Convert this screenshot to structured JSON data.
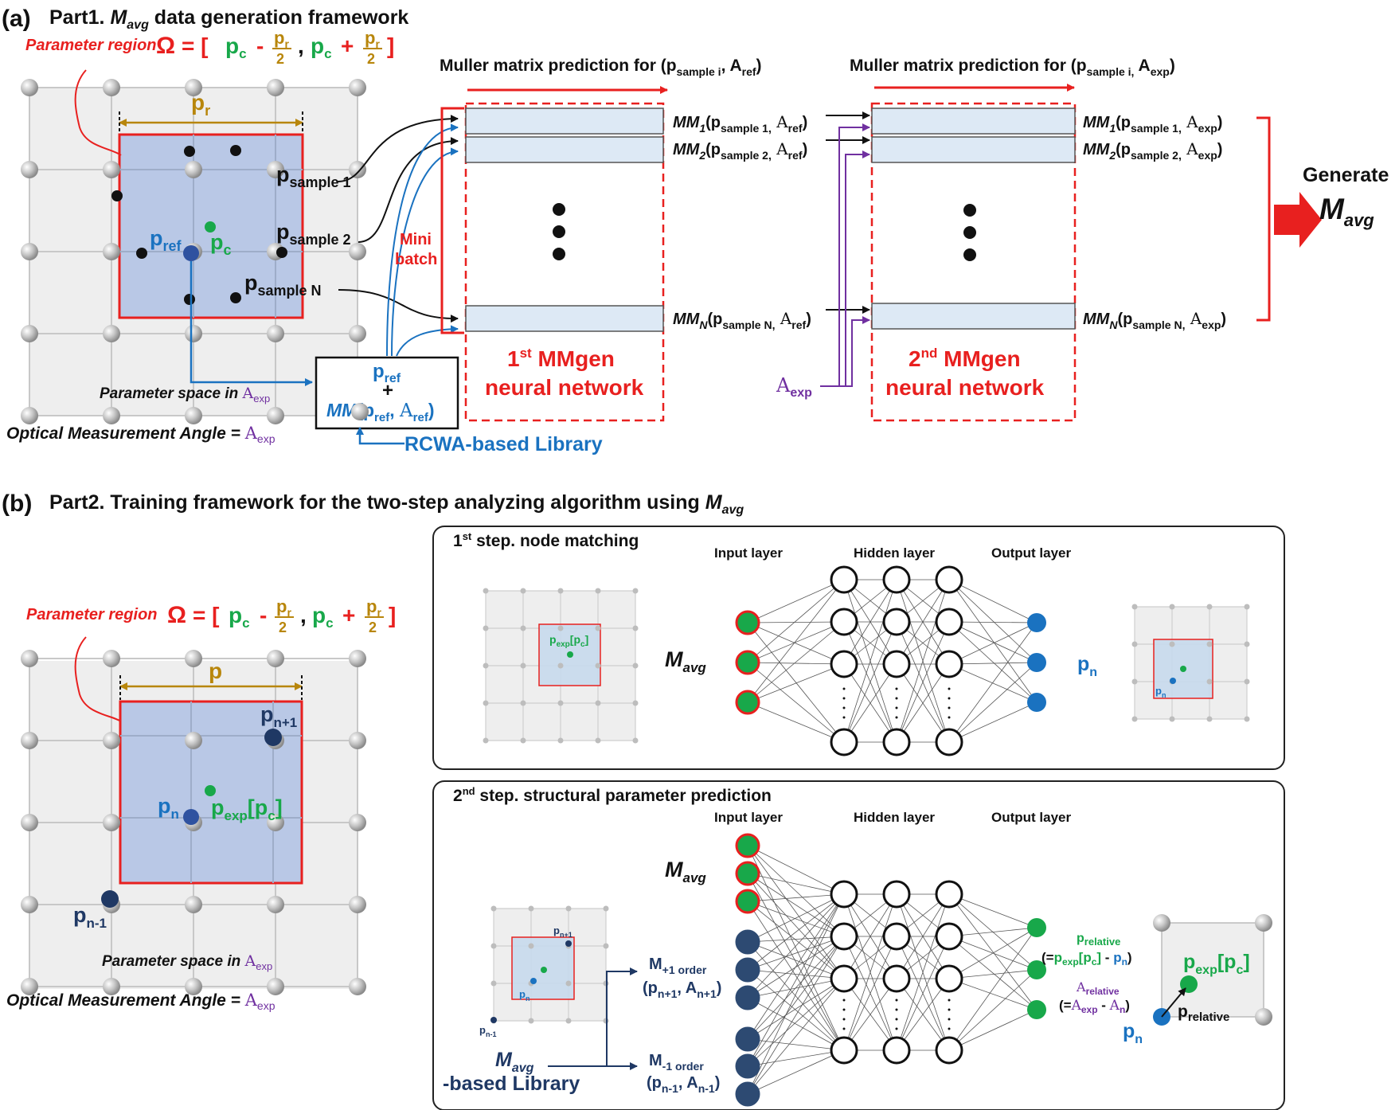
{
  "colors": {
    "red": "#e8201f",
    "blue": "#1a72c0",
    "green": "#18a84a",
    "gold": "#b8860b",
    "purple": "#7030a0",
    "navy": "#1f3864",
    "region_fill": "#b9c8e6",
    "grid_fill": "#eeeeee",
    "nn_box_fill": "#dde9f5"
  },
  "part_a": {
    "label": "(a)",
    "title_prefix": "Part1.",
    "title_M": "M",
    "title_M_sub": "avg",
    "title_suffix": "data generation framework",
    "param_region_label": "Parameter region",
    "omega": "Ω",
    "p_r": "p",
    "p_r_sub": "r",
    "p_c": "p",
    "p_c_sub": "c",
    "p_ref": "p",
    "p_ref_sub": "ref",
    "sample_1": "p",
    "sample_1_sub": "sample 1",
    "sample_2": "p",
    "sample_2_sub": "sample 2",
    "sample_N": "p",
    "sample_N_sub": "sample N",
    "mini_batch_1": "Mini",
    "mini_batch_2": "batch",
    "param_space": "Parameter space in",
    "optical_angle": "Optical Measurement Angle =",
    "A": "A",
    "A_exp_sub": "exp",
    "ref_box_line1": "p",
    "ref_box_line1_sub": "ref",
    "ref_box_plus": "+",
    "ref_box_line2": "MM(p",
    "ref_box_line2_sub": "ref",
    "ref_box_line2_mid": ", A",
    "ref_box_line2_sub2": "ref",
    "ref_box_line2_end": ")",
    "rcwa_library": "RCWA-based Library",
    "pred_ref_title": "Muller matrix prediction for (p",
    "pred_ref_title_sub": "sample i",
    "pred_ref_title_mid": ", A",
    "pred_ref_title_sub2": "ref",
    "pred_ref_title_end": ")",
    "pred_exp_title": "Muller matrix prediction for (p",
    "pred_exp_title_sub": "sample i,",
    "pred_exp_title_mid": "A",
    "pred_exp_title_sub2": "exp",
    "pred_exp_title_end": ")",
    "mm_outputs_ref": [
      {
        "mm": "MM",
        "idx": "1",
        "open": "(p",
        "sub": "sample 1,",
        "mid": " A",
        "asub": "ref",
        "close": ")"
      },
      {
        "mm": "MM",
        "idx": "2",
        "open": "(p",
        "sub": "sample 2,",
        "mid": " A",
        "asub": "ref",
        "close": ")"
      },
      {
        "mm": "MM",
        "idx": "N",
        "open": "(p",
        "sub": "sample N,",
        "mid": " A",
        "asub": "ref",
        "close": ")"
      }
    ],
    "mm_outputs_exp": [
      {
        "mm": "MM",
        "idx": "1",
        "open": "(p",
        "sub": "sample 1,",
        "mid": " A",
        "asub": "exp",
        "close": ")"
      },
      {
        "mm": "MM",
        "idx": "2",
        "open": "(p",
        "sub": "sample 2,",
        "mid": " A",
        "asub": "exp",
        "close": ")"
      },
      {
        "mm": "MM",
        "idx": "N",
        "open": "(p",
        "sub": "sample N,",
        "mid": " A",
        "asub": "exp",
        "close": ")"
      }
    ],
    "nn1_sup": "st",
    "nn1_num": "1",
    "nn1_line1": "MMgen",
    "nn1_line2": "neural network",
    "nn2_sup": "nd",
    "nn2_num": "2",
    "nn2_line1": "MMgen",
    "nn2_line2": "neural network",
    "generate": "Generate",
    "gen_M": "M",
    "gen_M_sub": "avg"
  },
  "part_b": {
    "label": "(b)",
    "title_prefix": "Part2. Training framework for the two-step analyzing algorithm using",
    "title_M": "M",
    "title_M_sub": "avg",
    "param_region_label": "Parameter region",
    "p_n": "p",
    "p_n_sub": "n",
    "p_n1": "p",
    "p_n1_sub": "n+1",
    "p_nm1": "p",
    "p_nm1_sub": "n-1",
    "p_exp": "p",
    "p_exp_sub": "exp",
    "p_exp_bracket": "[p",
    "p_exp_bracket_sub": "c",
    "p_exp_bracket_end": "]",
    "param_space": "Parameter space in",
    "optical_angle": "Optical Measurement Angle =",
    "step1_sup": "st",
    "step1_num": "1",
    "step1_title": "step. node matching",
    "step2_sup": "nd",
    "step2_num": "2",
    "step2_title": "step. structural parameter prediction",
    "input_layer": "Input layer",
    "hidden_layer": "Hidden layer",
    "output_layer": "Output layer",
    "m_plus_order": "M",
    "m_plus_order_sub": "+1 order",
    "m_plus_args": "(p",
    "m_plus_args_sub": "n+1",
    "m_plus_args_mid": ", A",
    "m_plus_args_sub2": "n+1",
    "m_plus_args_end": ")",
    "m_minus_order": "M",
    "m_minus_order_sub": "-1 order",
    "m_minus_args": "(p",
    "m_minus_args_sub": "n-1",
    "m_minus_args_mid": ", A",
    "m_minus_args_sub2": "n-1",
    "m_minus_args_end": ")",
    "lib_line2": "-based Library",
    "p_relative": "p",
    "p_relative_sub": "relative",
    "p_relative_eq_open": "(=",
    "p_relative_eq_minus": " - ",
    "p_relative_eq_close": ")",
    "A_relative": "A",
    "A_relative_sub": "relative",
    "A_relative_eq_open": "(=",
    "A_relative_eq_minus": " - ",
    "A_relative_eq_close": ")"
  }
}
